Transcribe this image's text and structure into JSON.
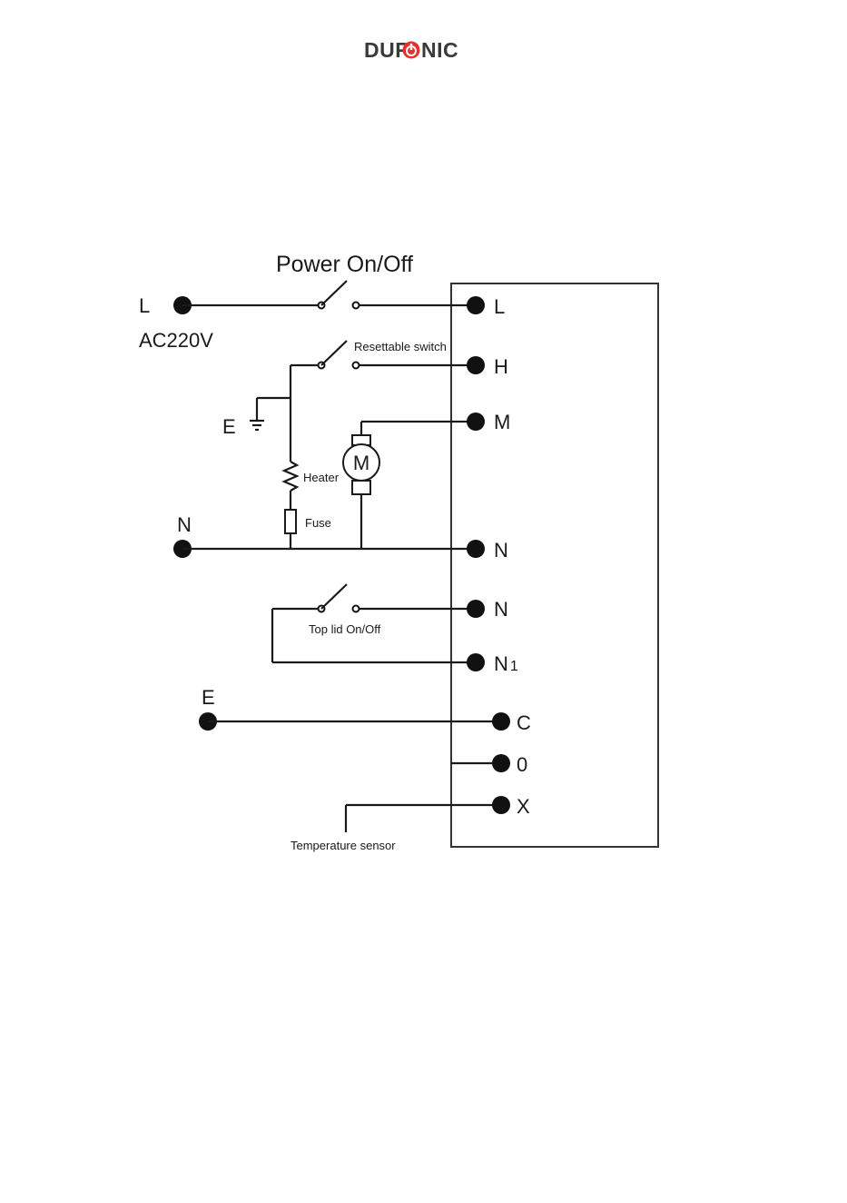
{
  "brand": {
    "logo_left": "DUR",
    "logo_right": "NIC",
    "accent": "#e5322d"
  },
  "diagram": {
    "power_switch": "Power On/Off",
    "supply_l": "L",
    "supply_voltage": "AC220V",
    "resettable_switch": "Resettable switch",
    "earth_left": "E",
    "heater": "Heater",
    "fuse": "Fuse",
    "motor": "M",
    "neutral_left": "N",
    "top_lid_switch": "Top lid On/Off",
    "earth_bottom": "E",
    "temperature_sensor": "Temperature  sensor",
    "terminals": {
      "l": "L",
      "h": "H",
      "m": "M",
      "n_main": "N",
      "n_lid": "N",
      "n1_base": "N",
      "n1_sub": "1",
      "c": "C",
      "o": "0",
      "x": "X"
    }
  }
}
